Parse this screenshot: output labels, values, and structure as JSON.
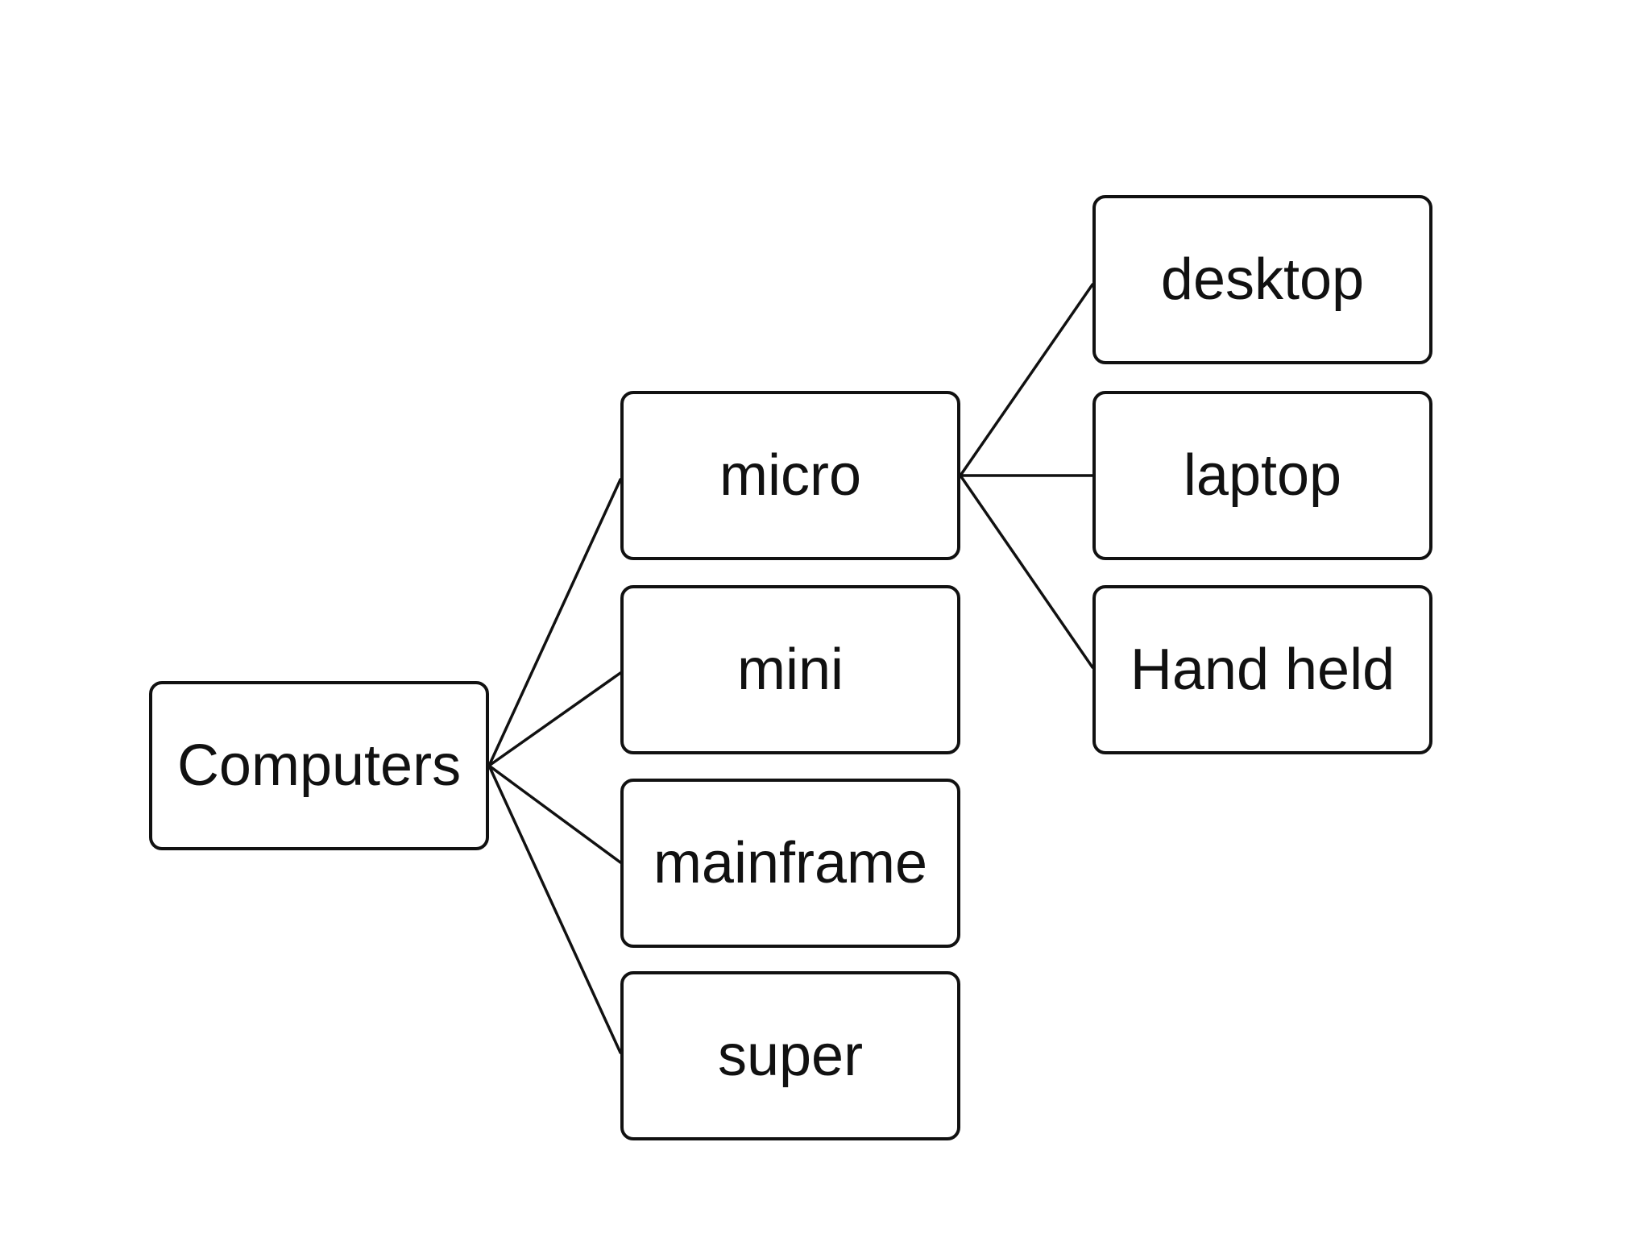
{
  "diagram": {
    "root": {
      "label": "Computers",
      "children": [
        {
          "label": "micro",
          "children": [
            {
              "label": "desktop"
            },
            {
              "label": "laptop"
            },
            {
              "label": "Hand held"
            }
          ]
        },
        {
          "label": "mini"
        },
        {
          "label": "mainframe"
        },
        {
          "label": "super"
        }
      ]
    }
  }
}
